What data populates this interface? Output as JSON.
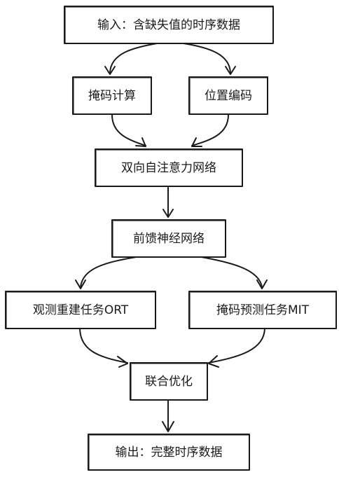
{
  "diagram": {
    "nodes": {
      "input": {
        "label": "输入：含缺失值的时序数据"
      },
      "mask_calc": {
        "label": "掩码计算"
      },
      "pos_encoding": {
        "label": "位置编码"
      },
      "dual_attention": {
        "label": "双向自注意力网络"
      },
      "ffn": {
        "label": "前馈神经网络"
      },
      "ort": {
        "label": "观测重建任务ORT"
      },
      "mit": {
        "label": "掩码预测任务MIT"
      },
      "joint_opt": {
        "label": "联合优化"
      },
      "output": {
        "label": "输出：完整时序数据"
      }
    },
    "edges": [
      {
        "from": "input",
        "to": "mask_calc"
      },
      {
        "from": "input",
        "to": "pos_encoding"
      },
      {
        "from": "mask_calc",
        "to": "dual_attention"
      },
      {
        "from": "pos_encoding",
        "to": "dual_attention"
      },
      {
        "from": "dual_attention",
        "to": "ffn"
      },
      {
        "from": "ffn",
        "to": "ort"
      },
      {
        "from": "ffn",
        "to": "mit"
      },
      {
        "from": "ort",
        "to": "joint_opt"
      },
      {
        "from": "mit",
        "to": "joint_opt"
      },
      {
        "from": "joint_opt",
        "to": "output"
      }
    ],
    "colors": {
      "stroke": "#1a1a1a",
      "fill": "#ffffff"
    }
  }
}
